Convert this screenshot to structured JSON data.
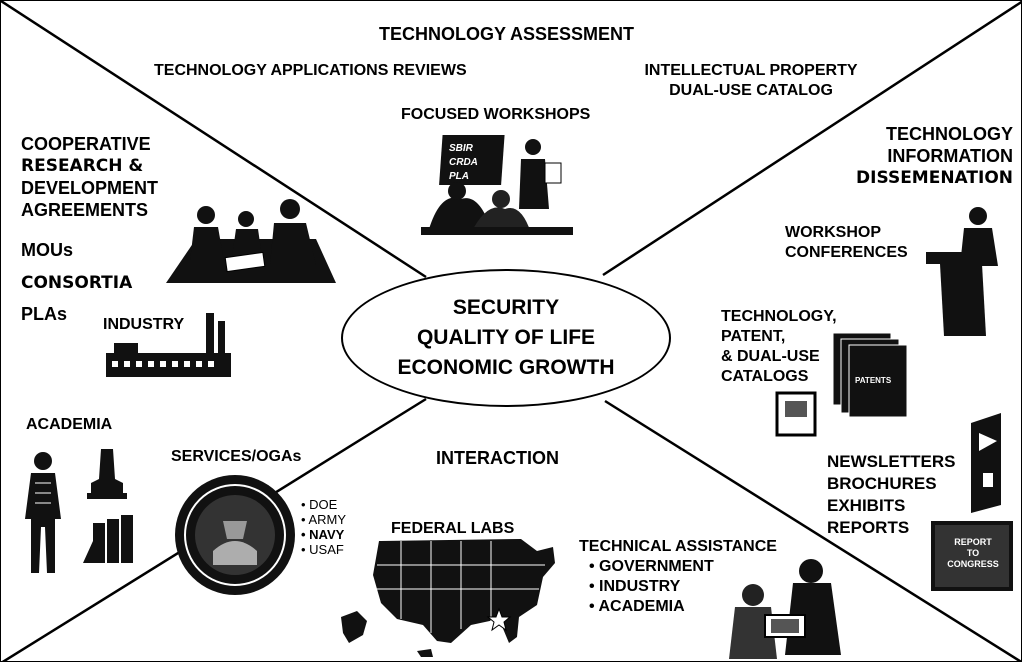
{
  "top": {
    "title": "TECHNOLOGY ASSESSMENT",
    "applications_reviews": "TECHNOLOGY APPLICATIONS REVIEWS",
    "ip_line1": "INTELLECTUAL PROPERTY",
    "ip_line2": "DUAL-USE CATALOG",
    "workshops": "FOCUSED WORKSHOPS",
    "board_lines": [
      "SBIR",
      "CRDA",
      "PLA"
    ]
  },
  "left": {
    "crada_lines": [
      "COOPERATIVE",
      "RESEARCH &",
      "DEVELOPMENT",
      "AGREEMENTS"
    ],
    "mous": "MOUs",
    "consortia": "CONSORTIA",
    "plas": "PLAs",
    "industry": "INDUSTRY"
  },
  "right": {
    "dissem_lines": [
      "TECHNOLOGY",
      "INFORMATION",
      "DISSEMENATION"
    ],
    "workshop_lines": [
      "WORKSHOP",
      "CONFERENCES"
    ],
    "catalog_lines": [
      "TECHNOLOGY,",
      "PATENT,",
      "& DUAL-USE",
      "CATALOGS"
    ],
    "book_label": "PATENTS",
    "pubs_lines": [
      "NEWSLETTERS",
      "BROCHURES",
      "EXHIBITS",
      "REPORTS"
    ],
    "report_label_1": "REPORT",
    "report_label_2": "TO",
    "report_label_3": "CONGRESS"
  },
  "center": {
    "line1": "SECURITY",
    "line2": "QUALITY OF LIFE",
    "line3": "ECONOMIC GROWTH"
  },
  "bottom": {
    "academia": "ACADEMIA",
    "services": "SERVICES/OGAs",
    "service_list": [
      "DOE",
      "ARMY",
      "NAVY",
      "USAF"
    ],
    "interaction": "INTERACTION",
    "federal_labs": "FEDERAL LABS",
    "tech_assist": "TECHNICAL ASSISTANCE",
    "assist_list": [
      "GOVERNMENT",
      "INDUSTRY",
      "ACADEMIA"
    ]
  }
}
